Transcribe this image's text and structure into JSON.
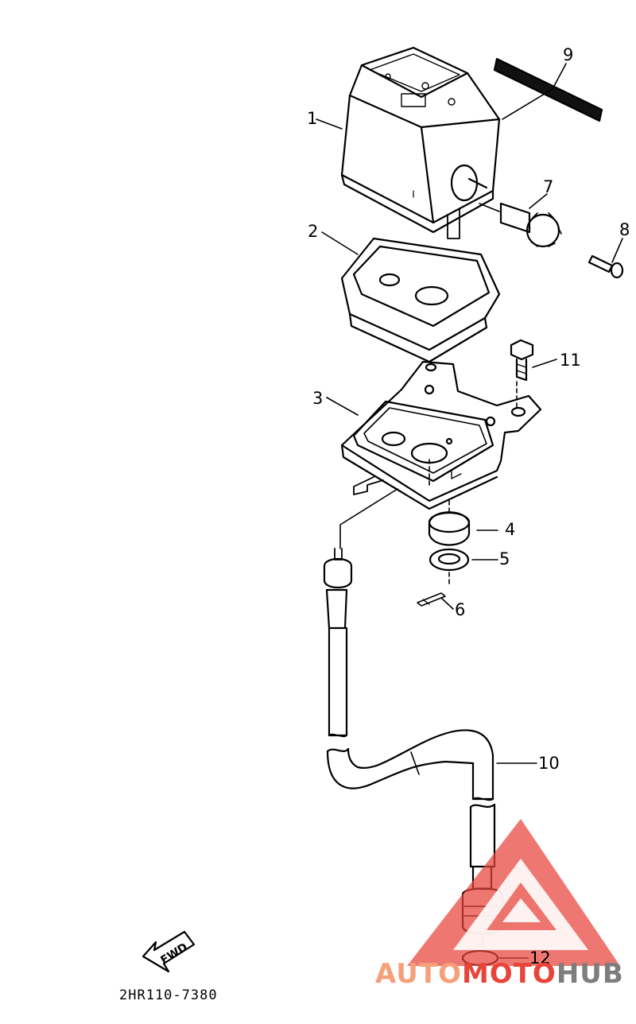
{
  "callouts": {
    "c1": "1",
    "c2": "2",
    "c3": "3",
    "c4": "4",
    "c5": "5",
    "c6": "6",
    "c7": "7",
    "c8": "8",
    "c9": "9",
    "c10": "10",
    "c11": "11",
    "c12": "12"
  },
  "fwd_label": "FWD",
  "diagram_code": "2HR110-7380",
  "watermark": {
    "part1": "AUTO",
    "part2": "MOTO",
    "part3": "HUB"
  },
  "colors": {
    "line": "#000000",
    "watermark_orange": "#f5a07a",
    "watermark_red": "#e8443a",
    "watermark_gray": "#7d7d7d"
  }
}
